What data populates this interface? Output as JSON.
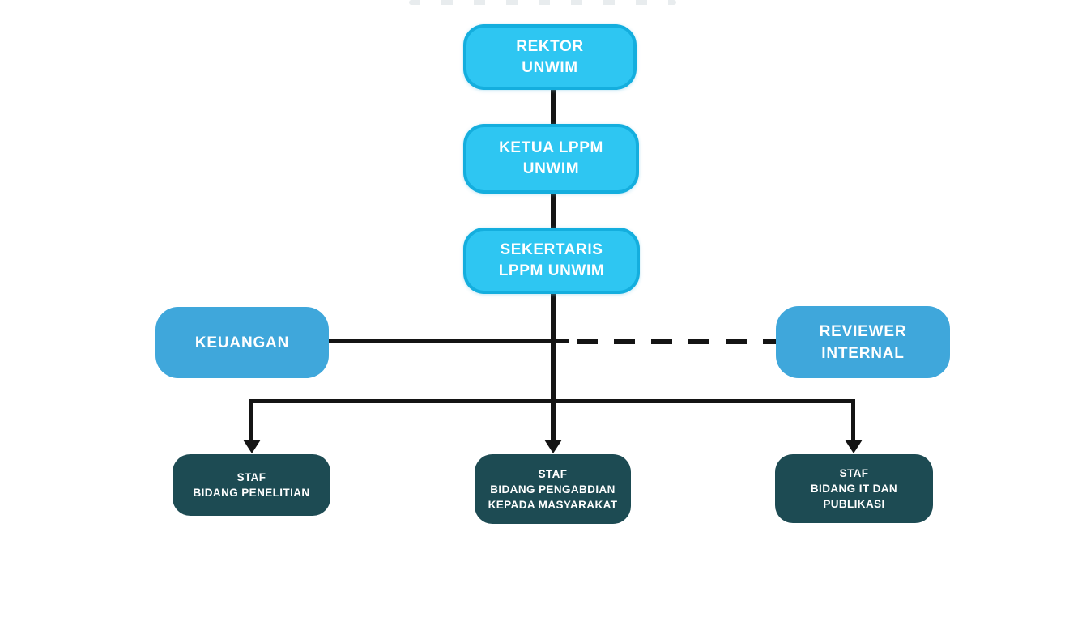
{
  "diagram": {
    "type": "org-chart",
    "nodes": {
      "rektor": {
        "lines": [
          "REKTOR",
          "UNWIM"
        ],
        "level": 1,
        "style": "cyan"
      },
      "ketua": {
        "lines": [
          "KETUA LPPM",
          "UNWIM"
        ],
        "level": 2,
        "style": "cyan"
      },
      "sekertaris": {
        "lines": [
          "SEKERTARIS",
          "LPPM UNWIM"
        ],
        "level": 3,
        "style": "cyan"
      },
      "keuangan": {
        "lines": [
          "KEUANGAN"
        ],
        "level": 4,
        "style": "blue"
      },
      "reviewer": {
        "lines": [
          "REVIEWER",
          "INTERNAL"
        ],
        "level": 4,
        "style": "blue"
      },
      "staf_penelitian": {
        "lines": [
          "STAF",
          "BIDANG PENELITIAN"
        ],
        "level": 5,
        "style": "dark"
      },
      "staf_pengabdian": {
        "lines": [
          "STAF",
          "BIDANG PENGABDIAN",
          "KEPADA MASYARAKAT"
        ],
        "level": 5,
        "style": "dark"
      },
      "staf_it": {
        "lines": [
          "STAF",
          "BIDANG IT DAN",
          "PUBLIKASI"
        ],
        "level": 5,
        "style": "dark"
      }
    },
    "edges": [
      {
        "from": "rektor",
        "to": "ketua",
        "style": "solid"
      },
      {
        "from": "ketua",
        "to": "sekertaris",
        "style": "solid"
      },
      {
        "from": "sekertaris",
        "to": "keuangan",
        "style": "solid"
      },
      {
        "from": "sekertaris",
        "to": "reviewer",
        "style": "dashed"
      },
      {
        "from": "sekertaris",
        "to": "staf_penelitian",
        "style": "solid-arrow"
      },
      {
        "from": "sekertaris",
        "to": "staf_pengabdian",
        "style": "solid-arrow"
      },
      {
        "from": "sekertaris",
        "to": "staf_it",
        "style": "solid-arrow"
      }
    ],
    "colors": {
      "cyan_fill": "#2ec6f2",
      "cyan_border": "#14aede",
      "blue_fill": "#3fa7db",
      "dark_teal_fill": "#1d4b53",
      "line": "#141414",
      "text": "#ffffff",
      "background": "#ffffff"
    }
  }
}
